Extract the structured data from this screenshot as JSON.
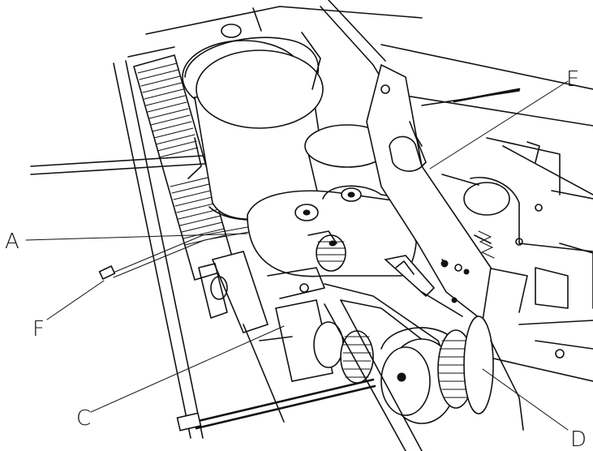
{
  "diagram": {
    "callouts": [
      {
        "id": "A",
        "label": "A"
      },
      {
        "id": "C",
        "label": "C"
      },
      {
        "id": "D",
        "label": "D"
      },
      {
        "id": "E",
        "label": "E"
      },
      {
        "id": "F",
        "label": "F"
      }
    ]
  },
  "colors": {
    "ink": "#111111",
    "paper": "#ffffff"
  }
}
